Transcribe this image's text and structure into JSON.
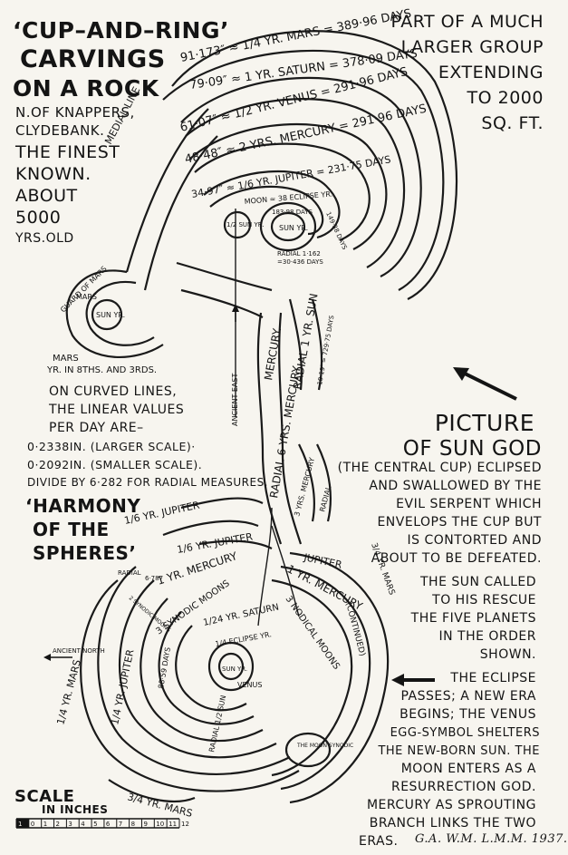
{
  "title": {
    "line1": "‘Cup–and–Ring’",
    "line2": "Carvings",
    "line3": "On a Rock",
    "location1": "N.of Knappers,",
    "location2": "Clydebank.",
    "finest1": "The finest",
    "finest2": "known.",
    "age1": "About",
    "age2": "5000",
    "age3": "yrs.old"
  },
  "group_note": [
    "Part of a much",
    "larger group",
    "extending",
    "to 2000",
    "sq. ft."
  ],
  "linear_note": [
    "On curved lines,",
    "the linear values",
    "per day are–",
    "0·2338in. (Larger scale)·",
    "0·2092in. (Smaller scale).",
    "Divide by 6·282 for radial measures."
  ],
  "harmony": [
    "‘Harmony",
    "of the",
    "Spheres’"
  ],
  "picture_note": {
    "heading1": "Picture",
    "heading2": "of Sun God",
    "lines": [
      "(The central cup) eclipsed",
      "and swallowed by the",
      "evil serpent which",
      "envelops the cup but",
      "is contorted and",
      "about to be defeated."
    ]
  },
  "rescue_note": [
    "The Sun called",
    "to his rescue",
    "the five planets",
    "in the order",
    "shown."
  ],
  "eclipse_note": [
    "The eclipse",
    "passes; a new era",
    "begins; the Venus",
    "egg-symbol shelters",
    "the new-born Sun. The",
    "Moon enters as a",
    "resurrection god.",
    "Mercury as sprouting",
    "branch links the two",
    "eras."
  ],
  "signature": "G.A. W.M. L.M.M. 1937.",
  "scale": {
    "title": "Scale",
    "unit": "in inches",
    "ticks": [
      "1",
      "0",
      "1",
      "2",
      "3",
      "4",
      "5",
      "6",
      "7",
      "8",
      "9",
      "10",
      "11",
      "12"
    ]
  },
  "upper_rings": [
    "Medial line",
    "91·173″ ≈ 1/4 Yr. Mars = 389·96 days",
    "79·09″ ≈ 1 Yr. Saturn = 378·09 days",
    "61·07″ ≈ 1/2 Yr. Venus = 291·96 days",
    "48·48″ ≈ 2 Yrs. Mercury = 291·96 days",
    "34·97″ ≈ 1/6 Yr. Jupiter = 231·75 days",
    "Moon ≈ 38 Eclipse yr.",
    "149·38 days",
    "183·98 days",
    "Sun yr.",
    "1/2 Sun yr.",
    "Radial 1·162",
    "=30·436 days"
  ],
  "upper_labels": {
    "guard": "Guard of Mars",
    "sun_yr": "Sun yr.",
    "mars": "Mars",
    "mars_yr1": "Mars",
    "mars_yr2": "Yr. in 8ths. and 3rds.",
    "radial_sun": "Radial 1 Yr. Sun",
    "radial_sun_num": "10·19″ = 729·75 days",
    "ancient_east": "Ancient East",
    "mercury_6": "Mercury.",
    "radial_6": "Radial 6 Yrs. Mercury",
    "mercury_3": "3 Yrs. Mercury",
    "radial_small": "Radial"
  },
  "lower_labels": {
    "jupiter_a": "1/6 Yr. Jupiter",
    "jupiter_b": "1/6 Yr. Jupiter",
    "jupiter_c": "Jupiter",
    "mercury_1": "1 Yr. Mercury",
    "mercury_1b": "1 Yr. Mercury",
    "synodic": "3 Synodic Moons",
    "saturn": "1/24 Yr. Saturn",
    "eclipse": "1/4 Eclipse yr.",
    "nodical": "3 Nodical Moons",
    "mars_q": "3/4 Yr. Mars",
    "continued": "(Continued)",
    "mars_lower": "1/4 Yr. Mars",
    "jupiter_lower": "1/4 Yr. Jupiter",
    "mars_bottom": "3/4 Yr. Mars",
    "moon_synodic": "The moon synodic",
    "days_88": "88·59 days",
    "sun_yr": "Sun yr.",
    "venus": "Venus",
    "radial_sun": "Radial 1/2 Sun",
    "radial_days": "Radial",
    "radial_num": "6·787",
    "synodic_moons": "2 Synodic moons",
    "ancient_north": "Ancient North"
  }
}
